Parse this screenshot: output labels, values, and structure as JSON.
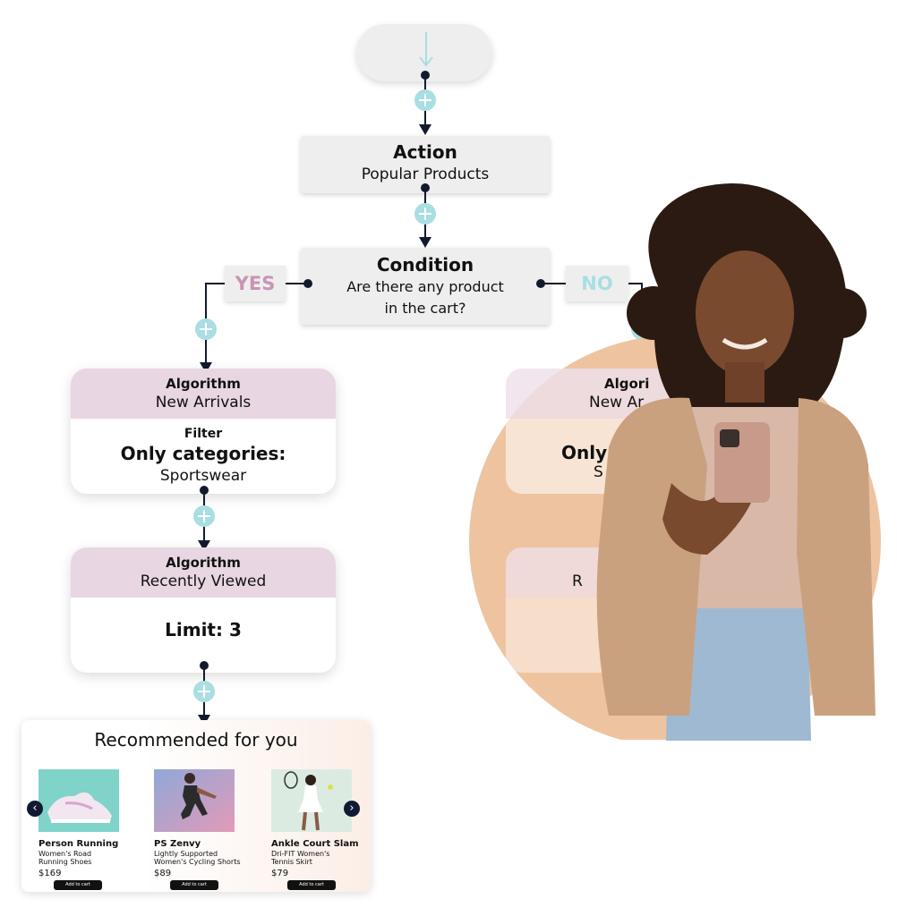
{
  "action": {
    "heading": "Action",
    "text": "Popular Products"
  },
  "condition": {
    "heading": "Condition",
    "line1": "Are there any product",
    "line2": "in the cart?"
  },
  "branch_yes": "YES",
  "branch_no": "NO",
  "algo1": {
    "heading": "Algorithm",
    "name": "New Arrivals",
    "filter_heading": "Filter",
    "filter_rule": "Only categories:",
    "filter_value": "Sportswear"
  },
  "algo2": {
    "heading": "Algorithm",
    "name": "Recently Viewed",
    "limit": "Limit: 3"
  },
  "ghost": {
    "heading": "Algori",
    "name": "New Ar",
    "rule": "Only",
    "value": "S",
    "lower": "R"
  },
  "recommendations": {
    "title": "Recommended for you",
    "products": [
      {
        "name": "Person Running",
        "desc1": "Women's Road",
        "desc2": "Running Shoes",
        "price": "$169",
        "button": "Add to cart"
      },
      {
        "name": "PS Zenvy",
        "desc1": "Lightly Supported",
        "desc2": "Women's Cycling Shorts",
        "price": "$89",
        "button": "Add to cart"
      },
      {
        "name": "Ankle Court Slam",
        "desc1": "Dri-FIT Women's",
        "desc2": "Tennis Skirt",
        "price": "$79",
        "button": "Add to cart"
      }
    ]
  },
  "colors": {
    "accent_plus": "#a9dee2",
    "yes_text": "#c994b3",
    "no_text": "#a9dee2",
    "algo_band": "#e8d6e3",
    "photo_circle": "#eec4a0"
  }
}
